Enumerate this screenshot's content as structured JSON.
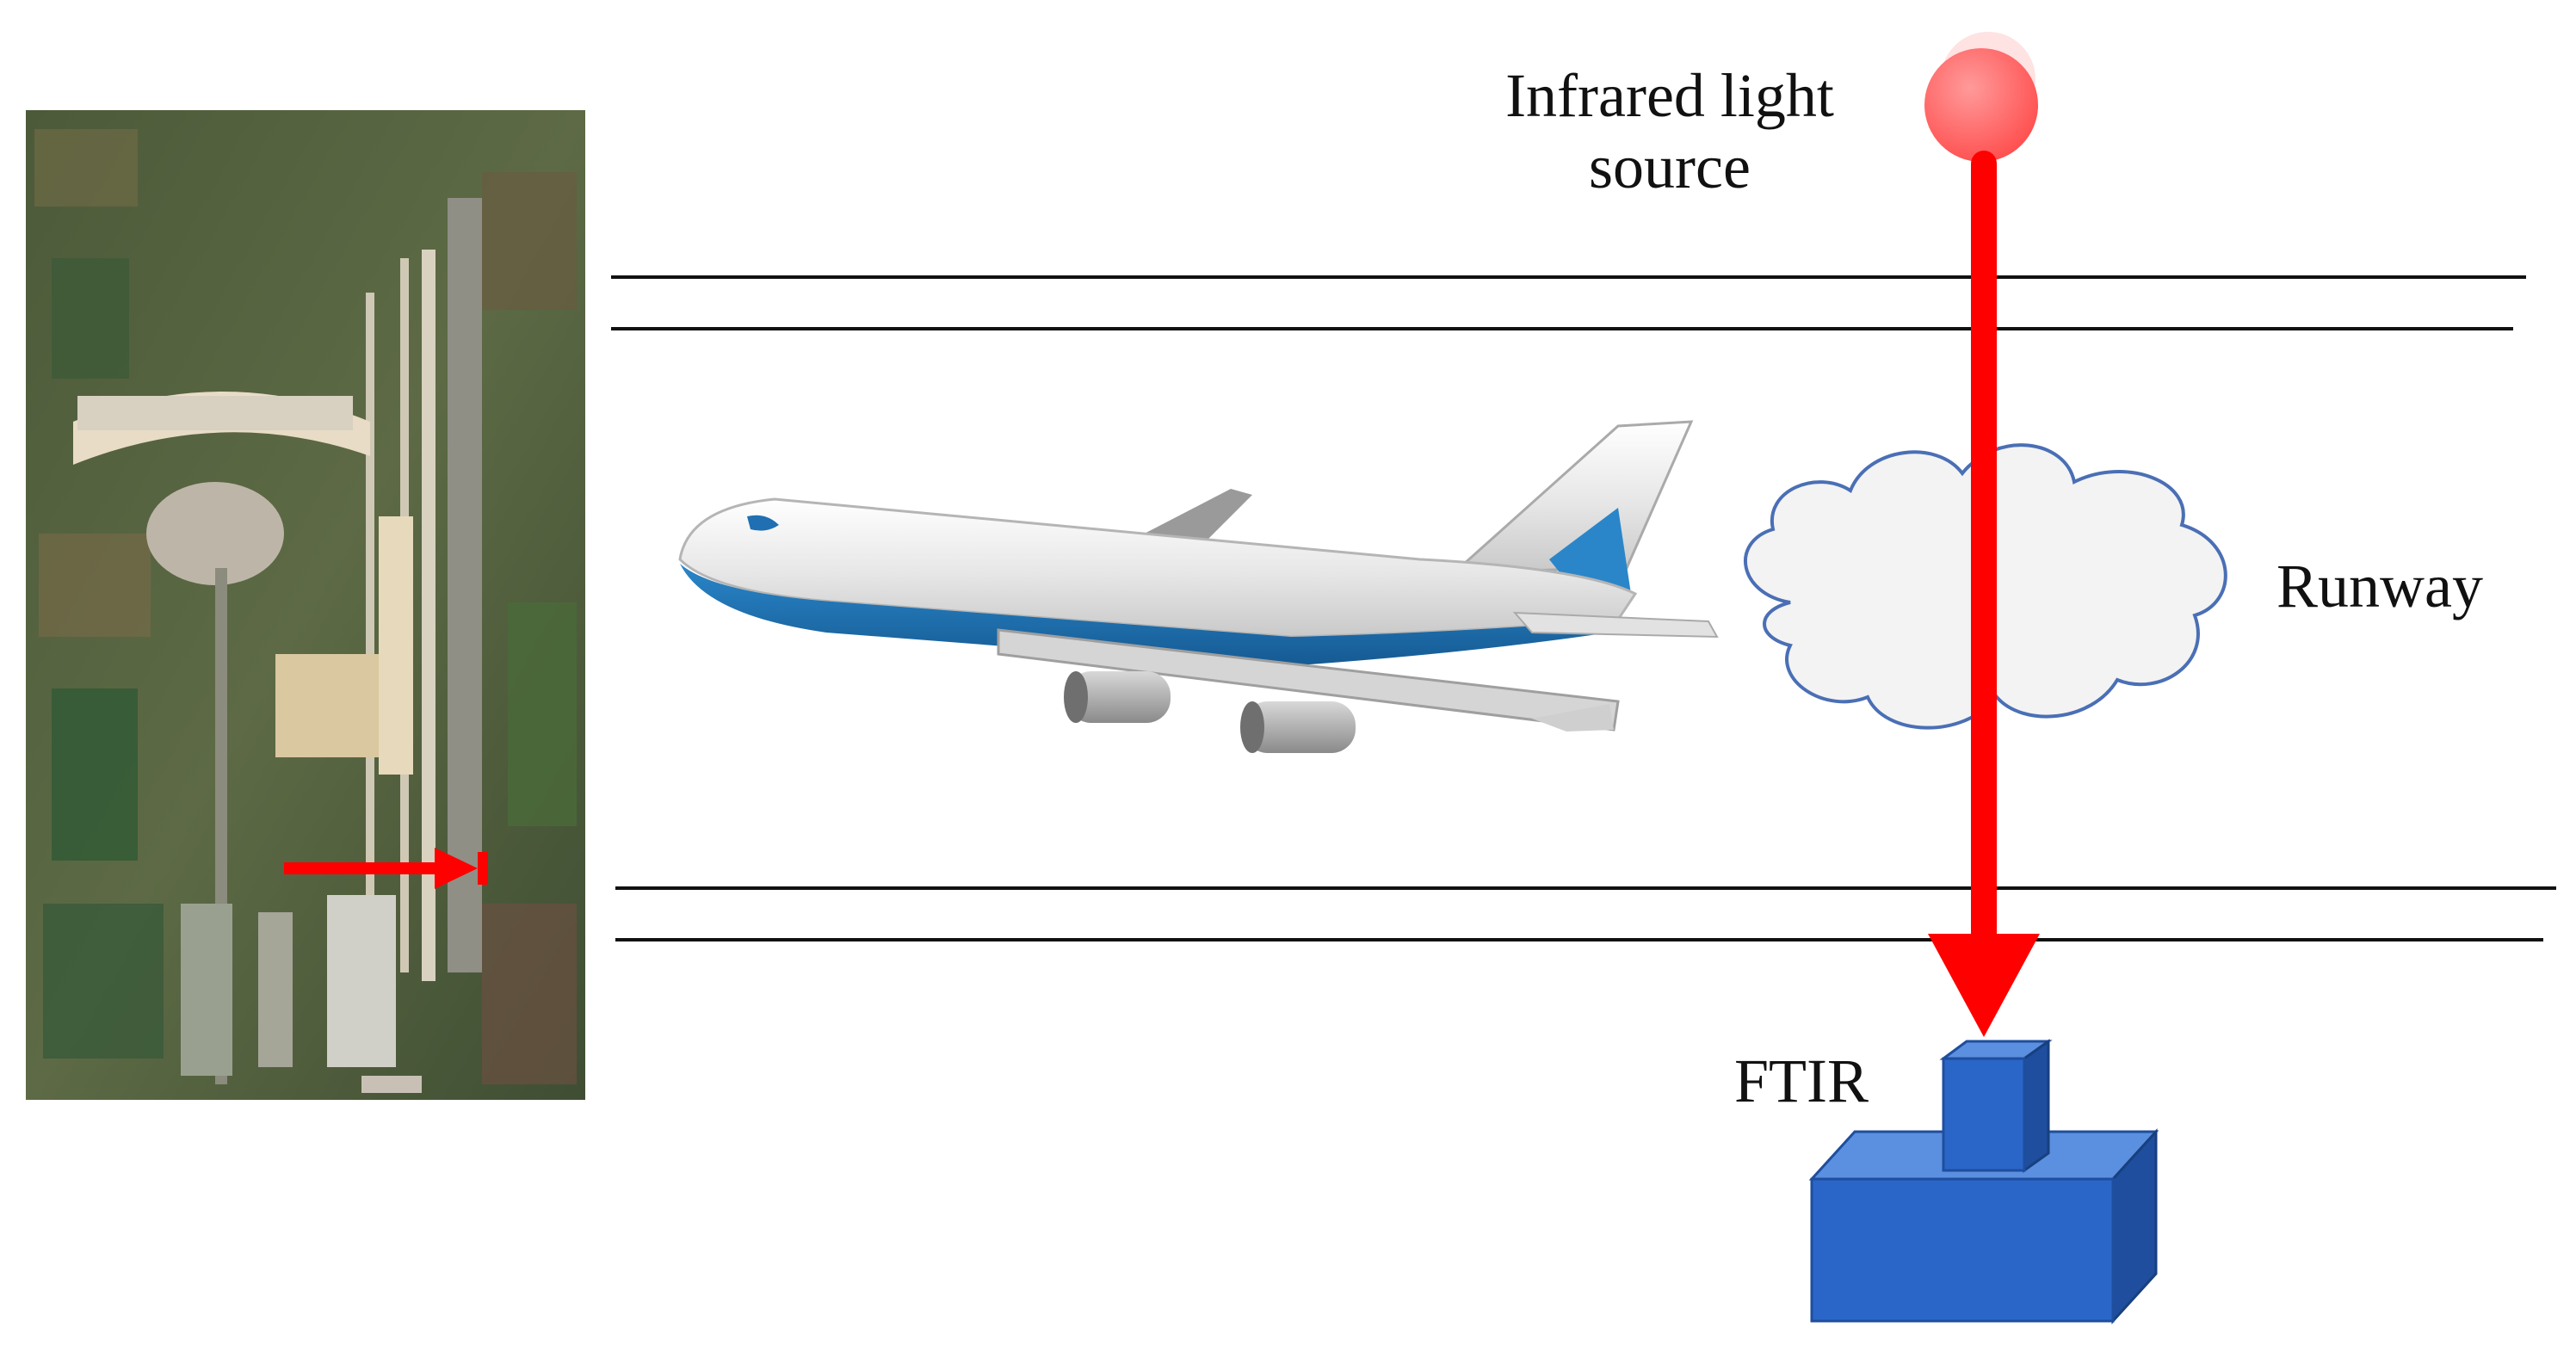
{
  "labels": {
    "infrared_source_line1": "Infrared light",
    "infrared_source_line2": "source",
    "runway": "Runway",
    "ftir": "FTIR"
  },
  "colors": {
    "beam": "#ff0000",
    "source": "#ff6b6b",
    "ftir_front": "#2a66c8",
    "ftir_top": "#5b8fdf",
    "ftir_side": "#1f4e9e",
    "cloud_fill": "#f3f3f3",
    "cloud_stroke": "#4a6fb5",
    "aircraft_body": "#f4f4f4",
    "aircraft_belly": "#1f6fb2",
    "runway_lines": "#111111"
  },
  "icons": {
    "satellite_map": "airport-satellite-image",
    "aircraft": "airplane-icon",
    "cloud": "cloud-icon",
    "source": "infrared-source-icon",
    "instrument": "ftir-instrument-icon"
  }
}
